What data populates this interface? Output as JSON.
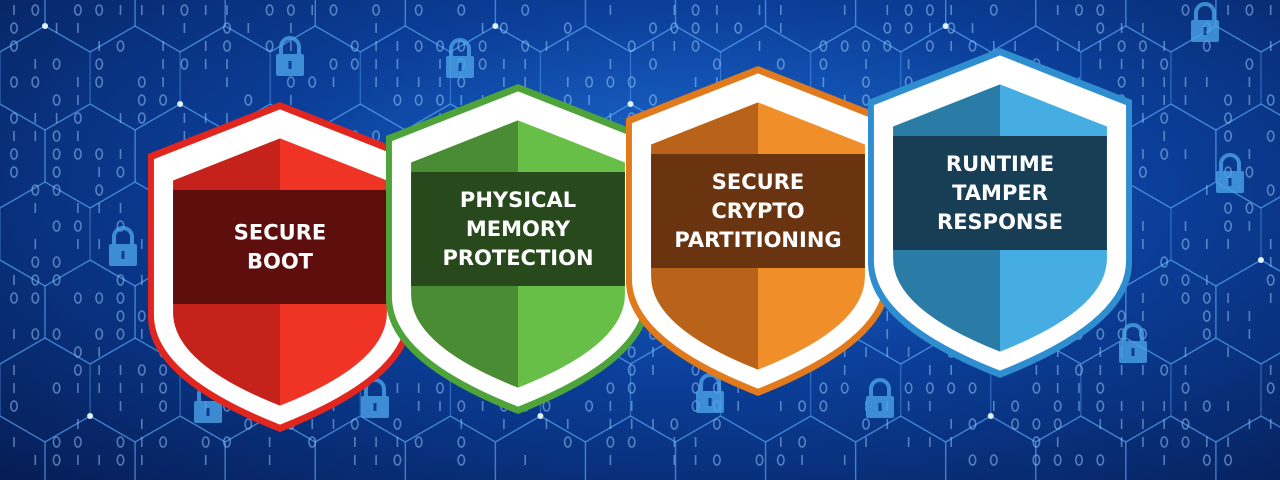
{
  "shields": [
    {
      "lines": [
        "SECURE",
        "BOOT"
      ],
      "border": "#e0261f",
      "dark": "#c5221b",
      "light": "#ef3324",
      "band": "#5e0f0d"
    },
    {
      "lines": [
        "PHYSICAL",
        "MEMORY",
        "PROTECTION"
      ],
      "border": "#4ea33a",
      "dark": "#4a8c33",
      "light": "#68bf47",
      "band": "#27491b"
    },
    {
      "lines": [
        "SECURE",
        "CRYPTO",
        "PARTITIONING"
      ],
      "border": "#e07a1c",
      "dark": "#b8621a",
      "light": "#f08f2a",
      "band": "#6a3410"
    },
    {
      "lines": [
        "RUNTIME",
        "TAMPER",
        "RESPONSE"
      ],
      "border": "#2f8ecf",
      "dark": "#2a7ca6",
      "light": "#45ade2",
      "band": "#173e54"
    }
  ]
}
